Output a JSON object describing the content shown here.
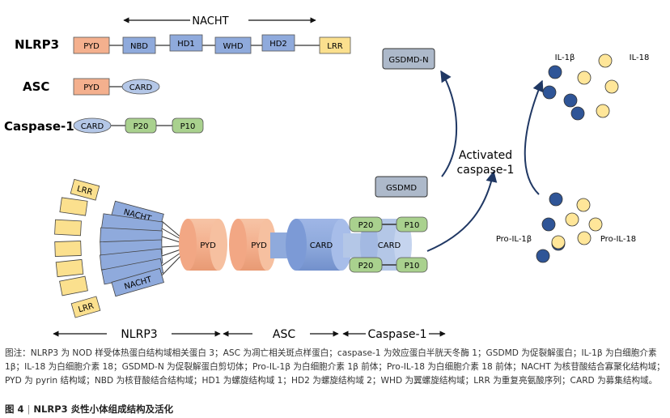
{
  "domains": {
    "nacht_span": "NACHT",
    "nlrp3": {
      "label": "NLRP3",
      "parts": [
        "PYD",
        "NBD",
        "HD1",
        "WHD",
        "HD2",
        "LRR"
      ]
    },
    "asc": {
      "label": "ASC",
      "parts": [
        "PYD",
        "CARD"
      ]
    },
    "caspase1": {
      "label": "Caspase-1",
      "parts": [
        "CARD",
        "P20",
        "P10"
      ]
    }
  },
  "assembly": {
    "lrr": "LRR",
    "nacht": "NACHT",
    "pyd": "PYD",
    "card": "CARD",
    "p20": "P20",
    "p10": "P10",
    "bottom_labels": [
      "NLRP3",
      "ASC",
      "Caspase-1"
    ]
  },
  "pathway": {
    "gsdmd": "GSDMD",
    "gsdmd_n": "GSDMD-N",
    "activated_line1": "Activated",
    "activated_line2": "caspase-1",
    "il1b": "IL-1β",
    "il18": "IL-18",
    "pro_il1b": "Pro-IL-1β",
    "pro_il18": "Pro-IL-18"
  },
  "colors": {
    "pyd": "#f4b08e",
    "nacht_domain": "#8faadc",
    "lrr": "#fbe08e",
    "card": "#b4c7e7",
    "p20_p10": "#a9d18e",
    "gsdmd": "#adb9ca",
    "il1b_dot": "#2f5597",
    "il18_dot": "#ffe699",
    "arrow": "#203864"
  },
  "caption": "图注：NLRP3 为 NOD 样受体热蛋白结构域相关蛋白 3；ASC 为凋亡相关斑点样蛋白；caspase-1 为效应蛋白半胱天冬酶 1；GSDMD 为促裂解蛋白；IL-1β 为白细胞介素 1β；IL-18 为白细胞介素 18；GSDMD-N 为促裂解蛋白剪切体；Pro-IL-1β 为白细胞介素 1β 前体；Pro-IL-18 为白细胞介素 18 前体；NACHT 为核苷酸结合寡聚化结构域；PYD 为 pyrin 结构域；NBD 为核苷酸结合结构域；HD1 为螺旋结构域 1；HD2 为螺旋结构域 2；WHD 为翼螺旋结构域；LRR 为重复亮氨酸序列；CARD 为募集结构域。",
  "figure_label": "图 4",
  "figure_title": "NLRP3 炎性小体组成结构及活化"
}
